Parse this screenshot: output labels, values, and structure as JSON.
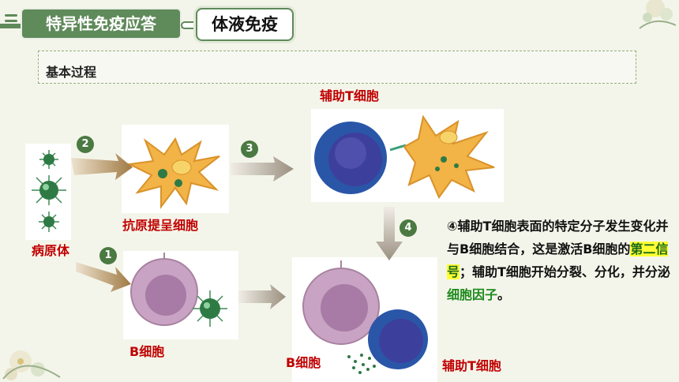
{
  "header": {
    "title": "特异性免疫应答",
    "subtitle": "体液免疫"
  },
  "section": {
    "label": "基本过程"
  },
  "labels": {
    "pathogen": "病原体",
    "apc": "抗原提呈细胞",
    "helper_t_top": "辅助T细胞",
    "b_cell_left": "B细胞",
    "b_cell_right": "B细胞",
    "helper_t_bottom": "辅助T细胞"
  },
  "steps": {
    "s1": "1",
    "s2": "2",
    "s3": "3",
    "s4": "4"
  },
  "description": {
    "part1": "④辅助T细胞表面的特定分子发生变化并与B细胞结合，这是激活B细胞的",
    "highlight": "第二信号",
    "part2": "；辅助T细胞开始分裂、分化，并分泌",
    "green": "细胞因子",
    "end": "。"
  },
  "colors": {
    "accent": "#5f8a5a",
    "label_red": "#c00000",
    "highlight": "#ffff33"
  },
  "icons": [
    "pathogen-icon",
    "apc-cell-icon",
    "helper-t-cell-icon",
    "b-cell-icon",
    "arrow-icon",
    "flower-decoration-icon"
  ]
}
